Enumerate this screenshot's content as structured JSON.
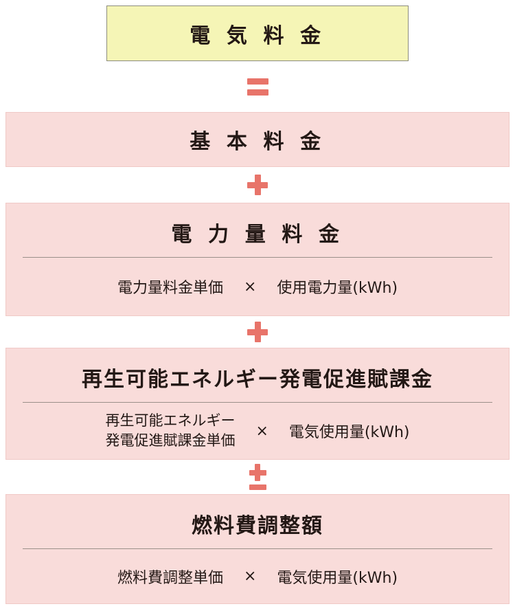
{
  "page": {
    "title_box": {
      "label": "電 気 料 金"
    },
    "operators": {
      "equals": "＝",
      "plus_1": "＋",
      "plus_2": "＋",
      "plus_minus": "±"
    },
    "boxes": [
      {
        "title": "基 本 料 金"
      },
      {
        "title": "電 力 量 料 金",
        "formula": {
          "left": "電力量料金単価",
          "operator": "×",
          "right": "使用電力量(kWh)"
        }
      },
      {
        "title": "再生可能エネルギー発電促進賦課金",
        "formula": {
          "left_line1": "再生可能エネルギー",
          "left_line2": "発電促進賦課金単価",
          "operator": "×",
          "right": "電気使用量(kWh)"
        }
      },
      {
        "title": "燃料費調整額",
        "formula": {
          "left": "燃料費調整単価",
          "operator": "×",
          "right": "電気使用量(kWh)"
        }
      }
    ],
    "colors": {
      "title_box_bg": "#f5f5b6",
      "title_box_border": "#8c8c7d",
      "pink_box_bg": "#f9dcda",
      "accent": "#e8746a",
      "text": "#231815",
      "divider": "#9b8f89"
    }
  }
}
